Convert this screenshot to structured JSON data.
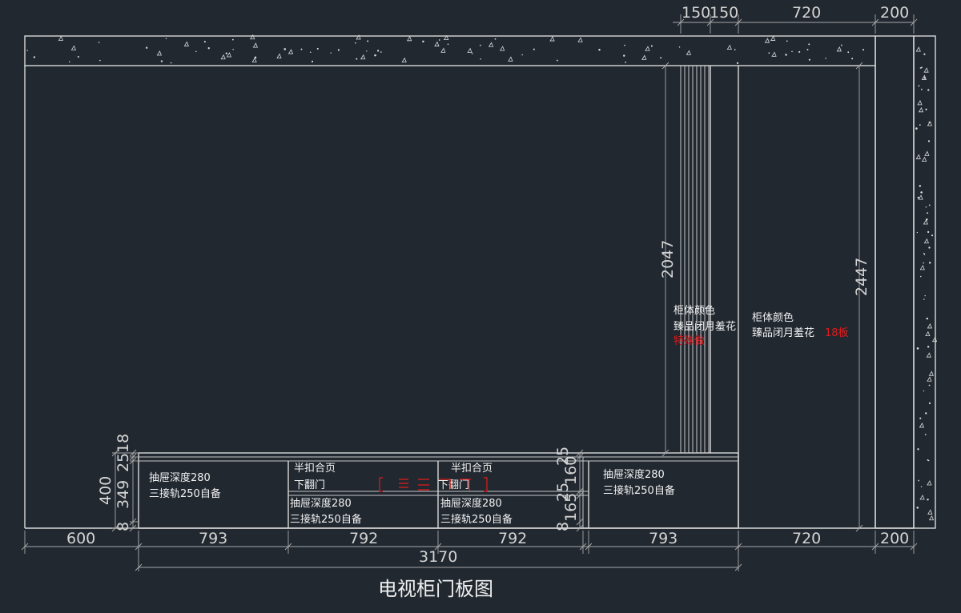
{
  "drawing": {
    "title": "电视柜门板图",
    "colors": {
      "background": "#212830",
      "line": "#d9d9d9",
      "highlight": "#e21b1b"
    }
  },
  "dimensions": {
    "top": [
      "150",
      "150",
      "720",
      "200"
    ],
    "bottom": [
      "600",
      "793",
      "792",
      "792",
      "793",
      "720",
      "200"
    ],
    "total": "3170",
    "heights": {
      "wall_gap": "2047",
      "full": "2447",
      "left_stack": [
        "18",
        "25",
        "349",
        "400",
        "8"
      ],
      "mid_stack": [
        "25",
        "160",
        "25",
        "165",
        "8"
      ]
    }
  },
  "notes": {
    "drawer_depth": "抽屉深度280",
    "rail": "三接轨250自备",
    "half_hinge": "半扣合页",
    "flap_door": "下翻门",
    "color_label": "柜体颜色",
    "finish": "臻品闭月羞花",
    "finish_red_suffix": "18板",
    "red_overlap_note": "特殊做"
  }
}
